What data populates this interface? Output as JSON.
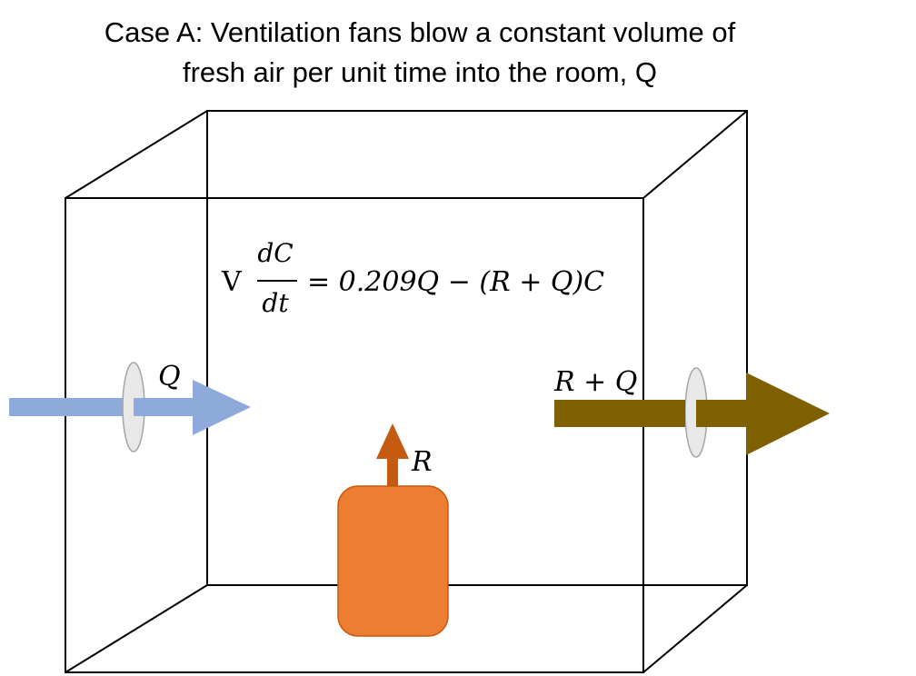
{
  "title": {
    "line1": "Case A: Ventilation fans blow a constant volume of",
    "line2": "fresh air per unit time into the room, Q"
  },
  "equation": {
    "lhs_factor": "V",
    "numerator": "dC",
    "denominator": "dt",
    "rhs": "= 0.209Q − (R + Q)C"
  },
  "labels": {
    "inflow": "Q",
    "outflow": "R + Q",
    "source": "R"
  },
  "colors": {
    "inflow_arrow": "#8eaadb",
    "outflow_arrow": "#7f6000",
    "source_fill": "#ed7d31",
    "source_stroke": "#c55a11",
    "source_arrow": "#c55a11",
    "fan_fill": "#e8e8e8",
    "fan_stroke": "#a6a6a6",
    "box_stroke": "#000000"
  }
}
